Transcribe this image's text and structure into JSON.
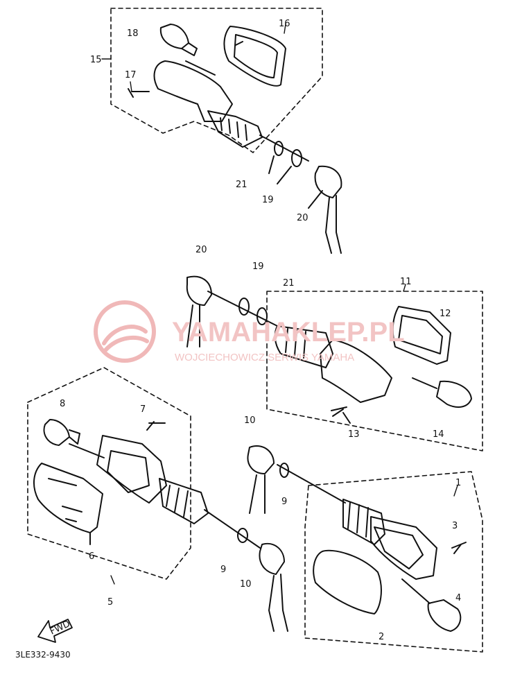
{
  "diagram": {
    "code": "3LE332-9430",
    "fwd_label": "FWD",
    "watermark_main": "YAMAHAKLEP.PL",
    "watermark_sub": "WOJCIECHOWICZ SERWIS YAMAHA",
    "labels": {
      "p1": "1",
      "p2": "2",
      "p3": "3",
      "p4": "4",
      "p5": "5",
      "p6": "6",
      "p7": "7",
      "p8": "8",
      "p9a": "9",
      "p9b": "9",
      "p10a": "10",
      "p10b": "10",
      "p11": "11",
      "p12": "12",
      "p13": "13",
      "p14": "14",
      "p15": "15",
      "p16": "16",
      "p17": "17",
      "p18": "18",
      "p19a": "19",
      "p19b": "19",
      "p20a": "20",
      "p20b": "20",
      "p21a": "21",
      "p21b": "21"
    }
  }
}
